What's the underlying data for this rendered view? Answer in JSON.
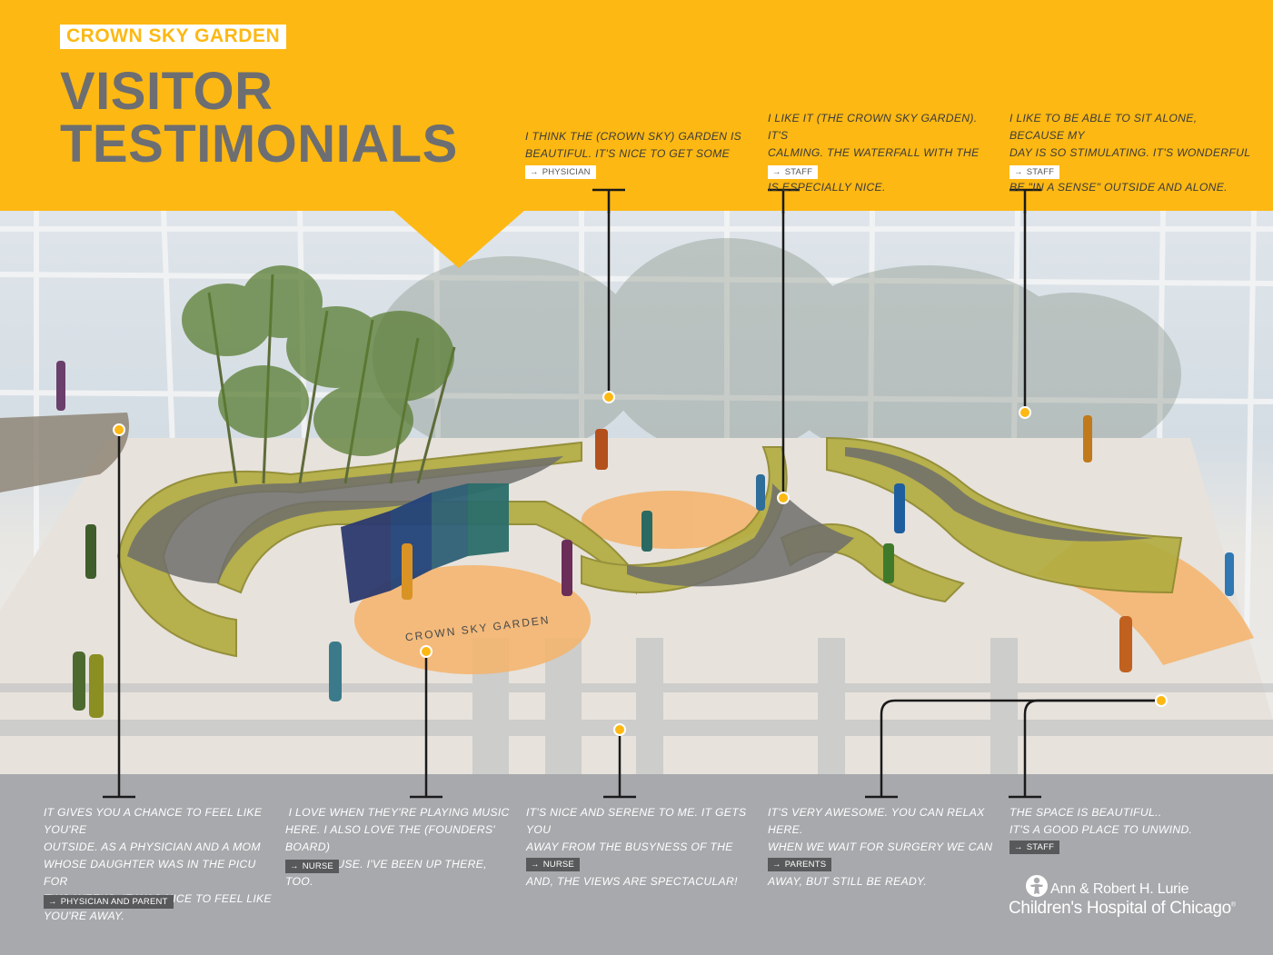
{
  "header": {
    "eyebrow": "CROWN SKY GARDEN",
    "title_line1": "VISITOR",
    "title_line2": "TESTIMONIALS"
  },
  "scene": {
    "floor_label": "CROWN SKY GARDEN"
  },
  "testimonials_top": [
    {
      "lines": [
        "I THINK THE (CROWN SKY) GARDEN IS",
        "BEAUTIFUL. IT'S NICE TO GET SOME SUN."
      ],
      "tag": "PHYSICIAN"
    },
    {
      "lines": [
        "I LIKE IT (THE CROWN SKY GARDEN). IT'S",
        "CALMING. THE WATERFALL WITH THE BEADS",
        "IS ESPECIALLY NICE."
      ],
      "tag": "STAFF"
    },
    {
      "lines": [
        "I LIKE TO BE ABLE TO SIT ALONE, BECAUSE MY",
        "DAY IS SO STIMULATING. IT'S WONDERFUL TO",
        "BE \"IN A SENSE\" OUTSIDE AND ALONE."
      ],
      "tag": "STAFF"
    }
  ],
  "testimonials_bottom": [
    {
      "lines": [
        "IT GIVES YOU A CHANCE TO FEEL LIKE YOU'RE",
        "OUTSIDE. AS A PHYSICIAN AND A MOM",
        "WHOSE DAUGHTER WAS IN THE PICU FOR",
        "TWO WEEKS, IT WAS NICE TO FEEL LIKE",
        "YOU'RE AWAY."
      ],
      "tag": "PHYSICIAN AND PARENT"
    },
    {
      "lines": [
        " I LOVE WHEN THEY'RE PLAYING MUSIC",
        "HERE. I ALSO LOVE THE (FOUNDERS' BOARD)",
        "TREE HOUSE. I'VE BEEN UP THERE, TOO."
      ],
      "tag": "NURSE"
    },
    {
      "lines": [
        "IT'S NICE AND SERENE TO ME. IT GETS YOU",
        "AWAY FROM THE BUSYNESS OF THE DAY.",
        "AND, THE VIEWS ARE SPECTACULAR!"
      ],
      "tag": "NURSE"
    },
    {
      "lines": [
        "IT'S VERY AWESOME. YOU CAN RELAX HERE.",
        "WHEN WE WAIT FOR SURGERY WE CAN GET",
        "AWAY, BUT STILL BE READY."
      ],
      "tag": "PARENTS"
    },
    {
      "lines": [
        "THE SPACE IS BEAUTIFUL..",
        "IT'S A GOOD PLACE TO UNWIND."
      ],
      "tag": "STAFF"
    }
  ],
  "logo": {
    "line1": "Ann & Robert H. Lurie",
    "line2": "Children's Hospital of Chicago",
    "reg_mark": "®"
  },
  "icons": {
    "tag_arrow": "arrow-right-icon",
    "logo_mark": "child-figure-logo-icon"
  },
  "colors": {
    "brand_yellow": "#fdb813",
    "title_gray": "#6d6e71",
    "footer_gray": "#a7a9ac",
    "tag_dark": "#58595b",
    "planter_olive": "#a8a43a",
    "floor_orange": "#f4b36a",
    "callout_dot": "#fdb813"
  }
}
